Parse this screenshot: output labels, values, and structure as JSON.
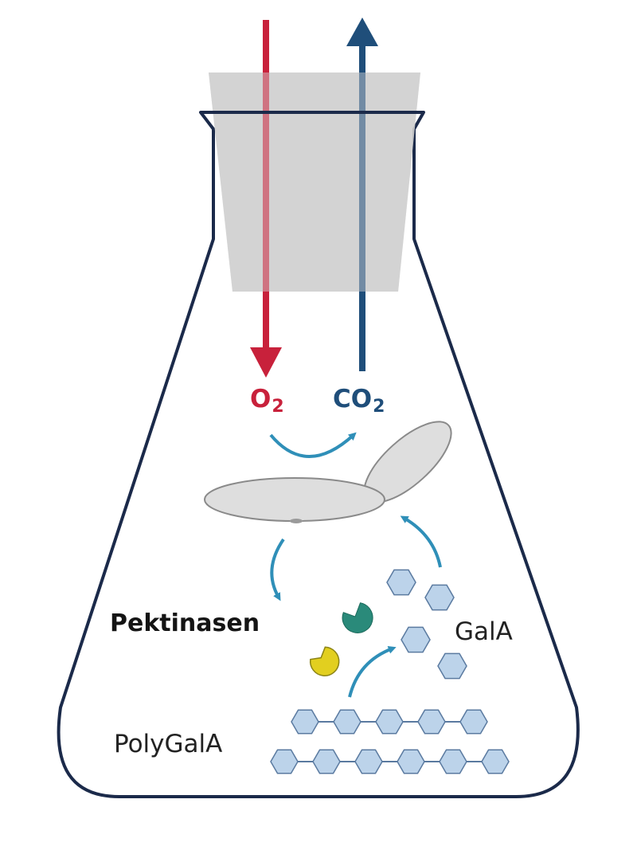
{
  "labels": {
    "o2": "O",
    "o2_sub": "2",
    "co2": "CO",
    "co2_sub": "2",
    "enzymes": "Pektinasen",
    "monomer": "GalA",
    "polymer": "PolyGalA"
  },
  "colors": {
    "flask_outline": "#1b2a4a",
    "stopper": "#cfcfcf",
    "o2": "#c8213b",
    "co2": "#1f4e7a",
    "process_arrow": "#2f8fb8",
    "yeast_fill": "#dedede",
    "yeast_stroke": "#8a8a8a",
    "sugar_fill": "#bcd3ea",
    "sugar_stroke": "#5a7aa0",
    "enzyme_teal": "#2a8a7a",
    "enzyme_yellow": "#e2cf1f"
  },
  "icons": {
    "flask": "erlenmeyer-flask-icon",
    "stopper": "stopper-icon",
    "yeast": "yeast-cell-icon",
    "enzyme_a": "enzyme-pacman-icon",
    "enzyme_b": "enzyme-pacman-icon",
    "sugar": "hexagon-icon"
  }
}
